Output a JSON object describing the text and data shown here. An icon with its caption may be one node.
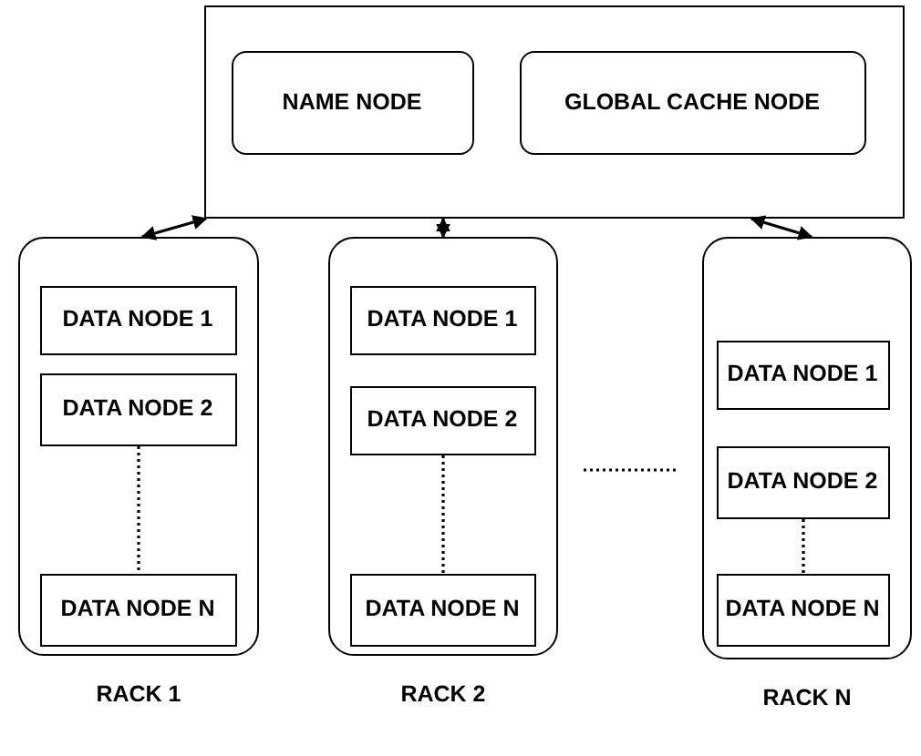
{
  "diagram": {
    "nodes": [
      {
        "text": [],
        "shape": "box"
      },
      {
        "text": [
          "NAME NODE"
        ],
        "in": 0
      },
      {
        "text": [
          "GLOBAL CACHE NODE"
        ],
        "in": 0
      },
      {
        "text": [],
        "shape": "box",
        "beside": [
          "RACK 1"
        ]
      },
      {
        "text": [
          "DATA NODE 1"
        ],
        "in": 3
      },
      {
        "text": [
          "DATA NODE 2"
        ],
        "in": 3
      },
      {
        "text": [
          "DATA NODE N"
        ],
        "in": 3
      },
      {
        "text": [],
        "shape": "box",
        "beside": [
          "RACK 2"
        ]
      },
      {
        "text": [
          "DATA NODE 1"
        ],
        "in": 7
      },
      {
        "text": [
          "DATA NODE 2"
        ],
        "in": 7
      },
      {
        "text": [
          "DATA NODE N"
        ],
        "in": 7
      },
      {
        "text": [],
        "shape": "box",
        "beside": [
          "RACK N"
        ]
      },
      {
        "text": [
          "DATA NODE 1"
        ],
        "in": 11
      },
      {
        "text": [
          "DATA NODE 2"
        ],
        "in": 11
      },
      {
        "text": [
          "DATA NODE N"
        ],
        "in": 11
      }
    ],
    "edges": [
      {
        "from": 0,
        "to": 3,
        "arrow": "both"
      },
      {
        "from": 0,
        "to": 7,
        "arrow": "both"
      },
      {
        "from": 0,
        "to": 11,
        "arrow": "both"
      },
      {
        "from": 5,
        "to": 6,
        "arrow": "none",
        "style": "dashed"
      },
      {
        "from": 9,
        "to": 10,
        "arrow": "none",
        "style": "dashed"
      },
      {
        "from": 13,
        "to": 14,
        "arrow": "none",
        "style": "dashed"
      }
    ]
  }
}
